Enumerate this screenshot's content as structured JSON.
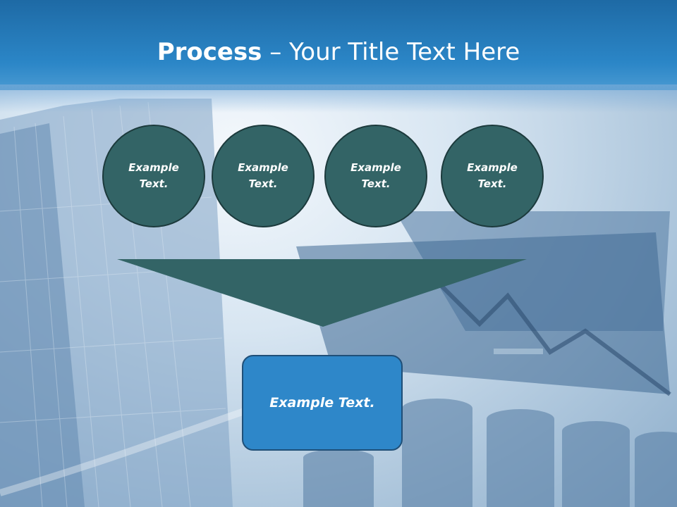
{
  "slide": {
    "title_bold": "Process",
    "title_rest": " – Your Title Text Here"
  },
  "circles": [
    {
      "label": "Example Text."
    },
    {
      "label": "Example Text."
    },
    {
      "label": "Example Text."
    },
    {
      "label": "Example Text."
    }
  ],
  "result_box": {
    "label": "Example Text."
  },
  "colors": {
    "header": "#2b86c7",
    "circle_fill": "#336466",
    "funnel_fill": "#336466",
    "result_fill": "#2e87c9"
  }
}
